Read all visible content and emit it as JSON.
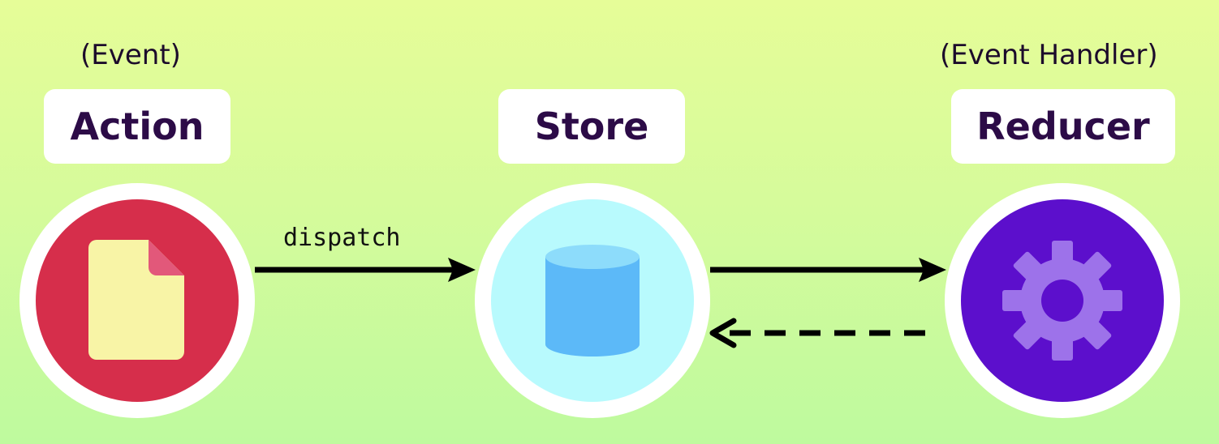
{
  "nodes": {
    "action": {
      "caption": "(Event)",
      "label": "Action",
      "outer_color": "#ffffff",
      "fill_color": "#d62e4b",
      "icon": "document-icon",
      "icon_color": "#f8f4a6",
      "icon_fold_color": "#e2587a"
    },
    "store": {
      "label": "Store",
      "fill_color": "#b8fafd",
      "icon": "database-cylinder-icon",
      "icon_color": "#5cb9f8",
      "icon_top_color": "#8ddcfb"
    },
    "reducer": {
      "caption": "(Event Handler)",
      "label": "Reducer",
      "fill_color": "#5c0fcc",
      "icon": "gear-icon",
      "icon_color": "#9d72ea"
    }
  },
  "edges": [
    {
      "from": "Action",
      "to": "Store",
      "label": "dispatch",
      "style": "solid"
    },
    {
      "from": "Store",
      "to": "Reducer",
      "label": "",
      "style": "solid"
    },
    {
      "from": "Reducer",
      "to": "Store",
      "label": "",
      "style": "dashed"
    }
  ],
  "colors": {
    "label_text": "#2c0b47",
    "arrow": "#000000",
    "background_top": "#e6fd98",
    "background_bottom": "#befa9e"
  }
}
